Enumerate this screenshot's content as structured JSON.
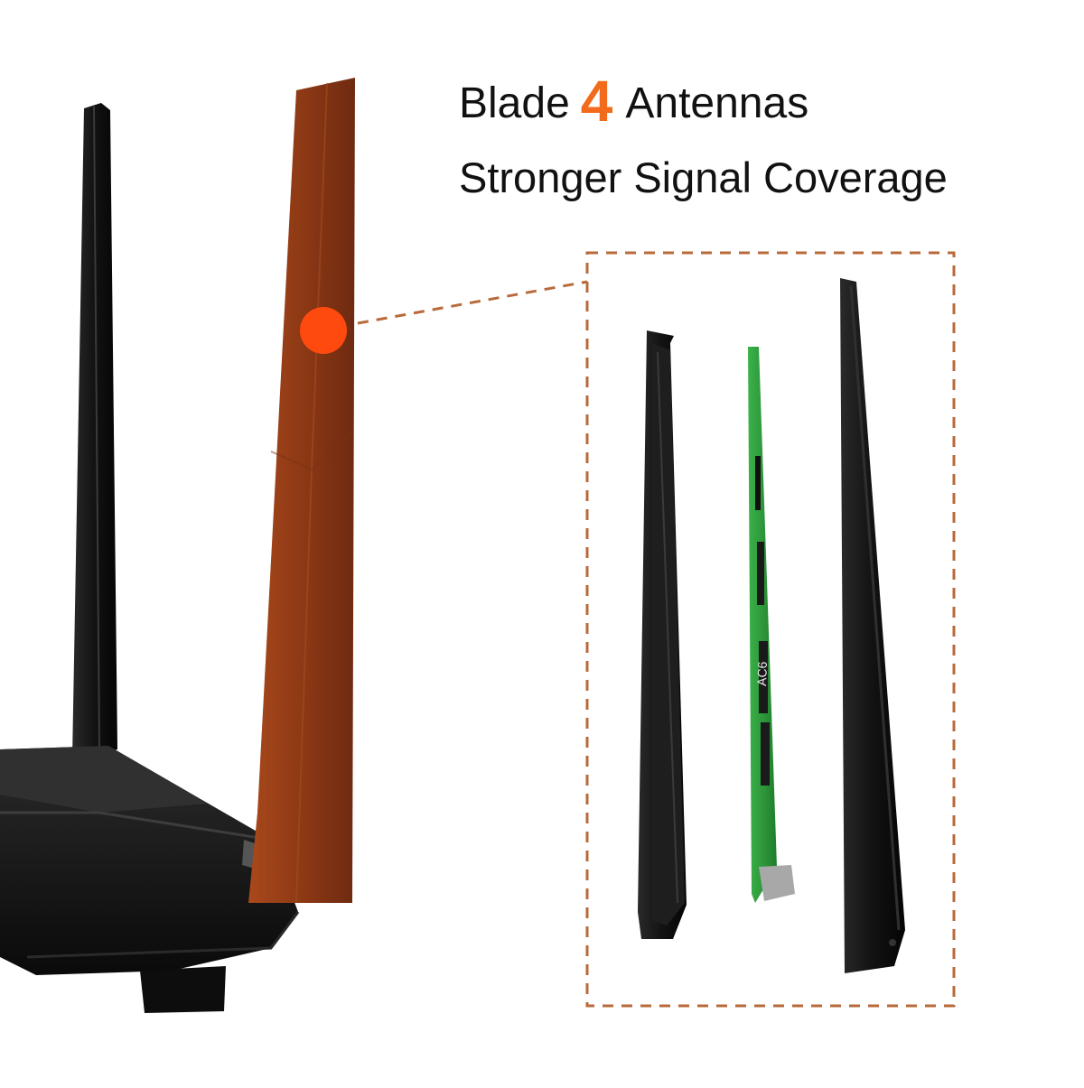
{
  "headline": {
    "prefix": "Blade",
    "number": "4",
    "suffix": "Antennas",
    "subline": "Stronger Signal Coverage"
  },
  "antenna_board": {
    "label": "AC6"
  },
  "colors": {
    "accent": "#f26a1b",
    "highlight_blade": "#8c3a17",
    "dashed_callout": "#b86a3a",
    "pcb_green": "#2e9a3c",
    "router_body": "#151515"
  },
  "icons": [
    "callout-dot-icon"
  ]
}
